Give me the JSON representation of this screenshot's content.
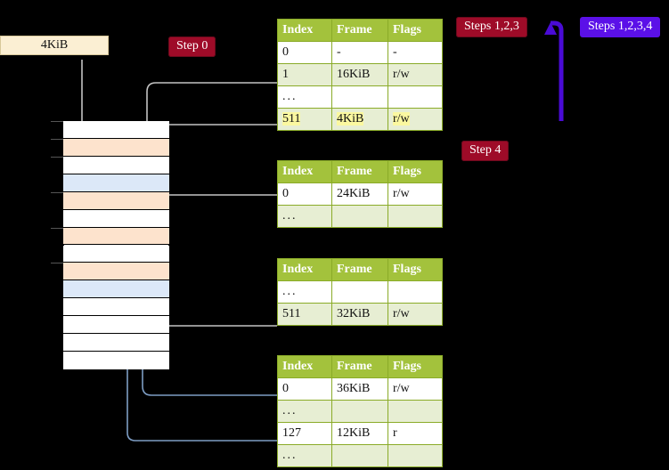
{
  "diagram": {
    "title_labels": {
      "step0": "Step 0",
      "step4": "Step 4",
      "steps123": "Steps 1,2,3",
      "steps1234": "Steps 1,2,3,4"
    },
    "page_size_box": {
      "label": "4KiB"
    },
    "colors": {
      "header_green": "#a3c23c",
      "row_alt_green": "#e7eed3",
      "highlight_yellow": "#fbf8a0",
      "pill_red": "#9e0b28",
      "pill_violet": "#5b10e8",
      "cream": "#fbefd3",
      "mem_peach": "#fde3cd",
      "mem_blue": "#dce8f8",
      "connector_gray": "#b9b9b9",
      "connector_blue": "#7d9dc4",
      "background": "#000000"
    },
    "tables": [
      {
        "name": "pml4-table",
        "headers": [
          "Index",
          "Frame",
          "Flags"
        ],
        "rows": [
          {
            "index": "0",
            "frame": "-",
            "flags": "-",
            "style": "plain",
            "highlight": false
          },
          {
            "index": "1",
            "frame": "16KiB",
            "flags": "r/w",
            "style": "alt",
            "highlight": false
          },
          {
            "index": "...",
            "frame": "",
            "flags": "",
            "style": "plain",
            "highlight": false
          },
          {
            "index": "511",
            "frame": "4KiB",
            "flags": "r/w",
            "style": "alt",
            "highlight": true
          }
        ]
      },
      {
        "name": "pdpt-table",
        "headers": [
          "Index",
          "Frame",
          "Flags"
        ],
        "rows": [
          {
            "index": "0",
            "frame": "24KiB",
            "flags": "r/w",
            "style": "plain",
            "highlight": false
          },
          {
            "index": "...",
            "frame": "",
            "flags": "",
            "style": "alt",
            "highlight": false
          }
        ]
      },
      {
        "name": "pd-table",
        "headers": [
          "Index",
          "Frame",
          "Flags"
        ],
        "rows": [
          {
            "index": "...",
            "frame": "",
            "flags": "",
            "style": "plain",
            "highlight": false
          },
          {
            "index": "511",
            "frame": "32KiB",
            "flags": "r/w",
            "style": "alt",
            "highlight": false
          }
        ]
      },
      {
        "name": "pt-table",
        "headers": [
          "Index",
          "Frame",
          "Flags"
        ],
        "rows": [
          {
            "index": "0",
            "frame": "36KiB",
            "flags": "r/w",
            "style": "plain",
            "highlight": false
          },
          {
            "index": "...",
            "frame": "",
            "flags": "",
            "style": "alt",
            "highlight": false
          },
          {
            "index": "127",
            "frame": "12KiB",
            "flags": "r",
            "style": "plain",
            "highlight": false
          },
          {
            "index": "...",
            "frame": "",
            "flags": "",
            "style": "alt",
            "highlight": false
          }
        ]
      }
    ],
    "memory_column": {
      "name": "physical-memory-frames",
      "frames": [
        {
          "fill": "white"
        },
        {
          "fill": "peach"
        },
        {
          "fill": "white"
        },
        {
          "fill": "blue"
        },
        {
          "fill": "peach"
        },
        {
          "fill": "white"
        },
        {
          "fill": "peach"
        },
        {
          "fill": "white"
        },
        {
          "fill": "peach"
        },
        {
          "fill": "blue"
        },
        {
          "fill": "white"
        },
        {
          "fill": "white"
        },
        {
          "fill": "white"
        },
        {
          "fill": "white"
        }
      ]
    }
  }
}
